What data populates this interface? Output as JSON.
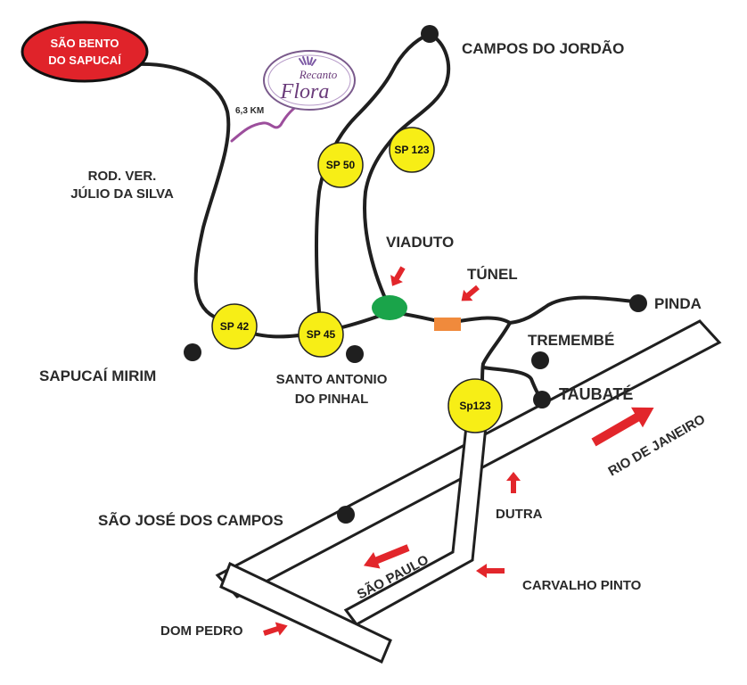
{
  "colors": {
    "badge_yellow": "#f7ee16",
    "origin_red": "#e0232a",
    "arrow_red": "#e2262b",
    "viaduct_green": "#1aa44a",
    "tunnel_orange": "#f08a3c",
    "flora_purple": "#9c4e9c",
    "road": "#1f1f1f"
  },
  "origin": {
    "line1": "SÃO BENTO",
    "line2": "DO SAPUCAÍ"
  },
  "logo": {
    "line1": "Recanto",
    "line2": "Flora",
    "icon": "lavender-icon"
  },
  "distance": "6,3 KM",
  "road_name": {
    "line1": "ROD. VER.",
    "line2": "JÚLIO DA SILVA"
  },
  "badges": {
    "sp50": "SP 50",
    "sp123_north": "SP 123",
    "sp42": "SP 42",
    "sp45": "SP 45",
    "sp123_south": "Sp123"
  },
  "places": {
    "campos_do_jordao": "CAMPOS DO JORDÃO",
    "viaduto": "VIADUTO",
    "tunel": "TÚNEL",
    "pinda": "PINDA",
    "tremembe": "TREMEMBÉ",
    "taubate": "TAUBATÉ",
    "sapucai_mirim": "SAPUCAÍ MIRIM",
    "santo_antonio_line1": "SANTO ANTONIO",
    "santo_antonio_line2": "DO PINHAL",
    "sao_jose": "SÃO JOSÉ DOS CAMPOS",
    "rio_de_janeiro": "RIO DE JANEIRO",
    "dutra": "DUTRA",
    "sao_paulo": "SÃO PAULO",
    "carvalho_pinto": "CARVALHO PINTO",
    "dom_pedro": "DOM PEDRO"
  }
}
